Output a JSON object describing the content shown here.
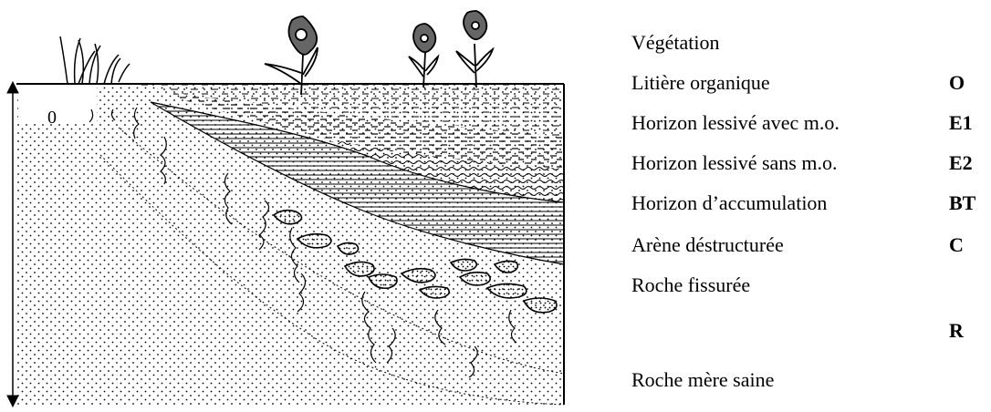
{
  "diagram": {
    "depth_marker": "0",
    "layers": [
      {
        "label": "Végétation",
        "code": ""
      },
      {
        "label": "Litière organique",
        "code": "O"
      },
      {
        "label": "Horizon lessivé avec m.o.",
        "code": "E1"
      },
      {
        "label": "Horizon lessivé sans m.o.",
        "code": "E2"
      },
      {
        "label": "Horizon d’accumulation",
        "code": "BT"
      },
      {
        "label": "Arène déstructurée",
        "code": "C"
      },
      {
        "label": "Roche fissurée",
        "code": ""
      },
      {
        "label": "",
        "code": "R"
      },
      {
        "label": "Roche mère saine",
        "code": ""
      }
    ]
  }
}
